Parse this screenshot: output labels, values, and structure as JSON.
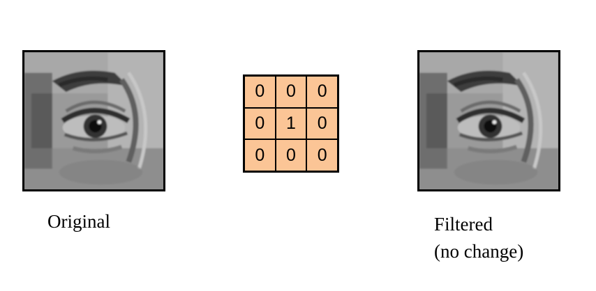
{
  "images": {
    "original_label": "Original",
    "filtered_label": "Filtered",
    "filtered_note": "(no change)",
    "content": "grayscale close-up of a human eye"
  },
  "kernel": {
    "size": "3x3",
    "rows": [
      [
        "0",
        "0",
        "0"
      ],
      [
        "0",
        "1",
        "0"
      ],
      [
        "0",
        "0",
        "0"
      ]
    ],
    "cell_color": "#fbc596",
    "grid_color": "#000000"
  }
}
